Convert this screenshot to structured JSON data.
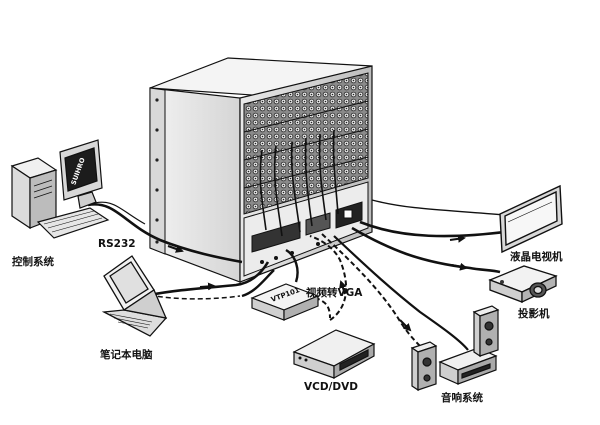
{
  "labels": {
    "control_system": "控制系统",
    "rs232": "RS232",
    "laptop": "笔记本电脑",
    "vga_converter": "视频转VGA",
    "vcd_dvd": "VCD/DVD",
    "lcd_tv": "液晶电视机",
    "projector": "投影机",
    "audio_system": "音响系统"
  },
  "device_text": {
    "monitor_screen": "SUIHRO",
    "converter_face": "VTP101"
  }
}
